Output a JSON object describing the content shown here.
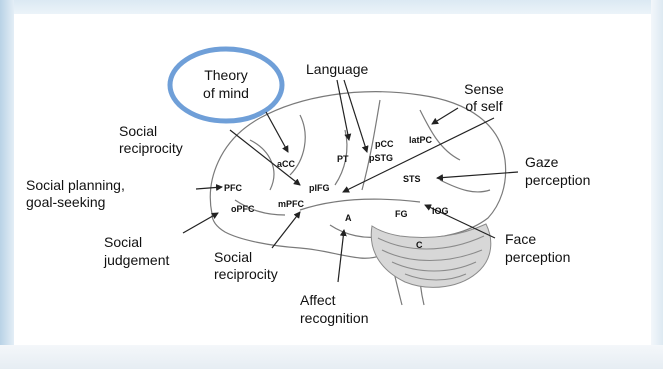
{
  "diagram": {
    "highlight_color": "#6f9fd8",
    "function_labels": {
      "theory_of_mind": [
        "Theory",
        "of mind"
      ],
      "language": [
        "Language"
      ],
      "sense_of_self": [
        "Sense",
        "of self"
      ],
      "social_reciprocity_top": [
        "Social",
        "reciprocity"
      ],
      "social_planning": [
        "Social planning,",
        "goal-seeking"
      ],
      "gaze_perception": [
        "Gaze",
        "perception"
      ],
      "social_judgement": [
        "Social",
        "judgement"
      ],
      "social_reciprocity_bottom": [
        "Social",
        "reciprocity"
      ],
      "face_perception": [
        "Face",
        "perception"
      ],
      "affect_recognition": [
        "Affect",
        "recognition"
      ]
    },
    "region_labels": {
      "acc": "aCC",
      "pt": "PT",
      "pcc": "pCC",
      "latpc": "latPC",
      "pstg": "pSTG",
      "pfc": "PFC",
      "pifg": "pIFG",
      "sts": "STS",
      "opfc": "oPFC",
      "mpfc": "mPFC",
      "a": "A",
      "fg": "FG",
      "iog": "IOG",
      "c": "C"
    }
  }
}
